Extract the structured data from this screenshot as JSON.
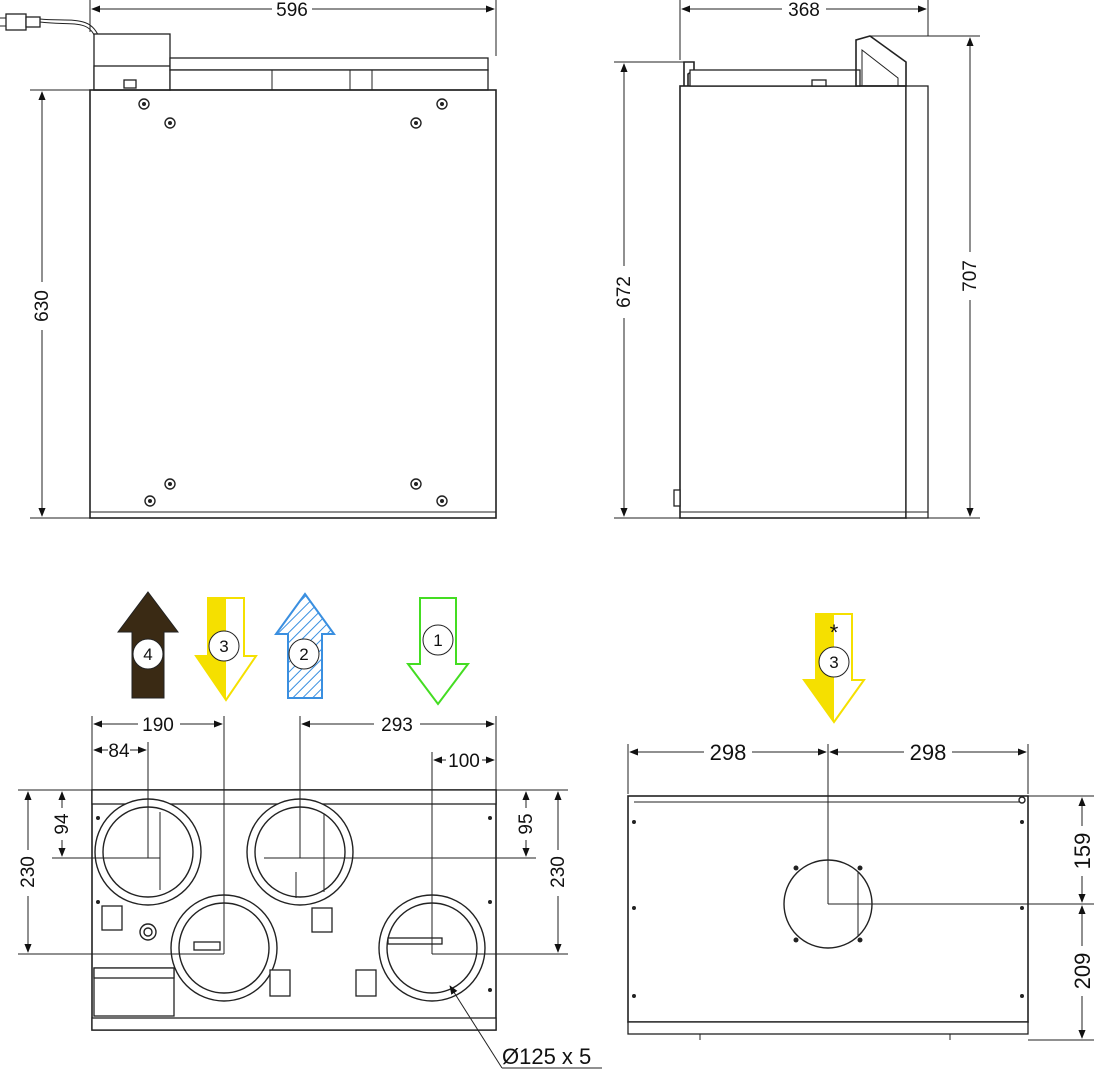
{
  "dimensions": {
    "front_width": "596",
    "front_height": "630",
    "side_width": "368",
    "side_height_body": "672",
    "side_height_total": "707",
    "bottom_190": "190",
    "bottom_84": "84",
    "bottom_293": "293",
    "bottom_100": "100",
    "bottom_94": "94",
    "bottom_95": "95",
    "bottom_230_left": "230",
    "bottom_230_right": "230",
    "top_298_left": "298",
    "top_298_right": "298",
    "top_159": "159",
    "top_209": "209",
    "duct": "Ø125 x 5"
  },
  "arrows": [
    {
      "id": "4",
      "label": "4",
      "direction": "up",
      "color": "#3a2a14"
    },
    {
      "id": "3",
      "label": "3",
      "direction": "down",
      "color": "#f5e000"
    },
    {
      "id": "2",
      "label": "2",
      "direction": "up",
      "color": "#3a8fe0"
    },
    {
      "id": "1",
      "label": "1",
      "direction": "down",
      "color": "#44dd22"
    }
  ],
  "top_arrow": {
    "label": "3",
    "mark": "*",
    "direction": "down",
    "color": "#f5e000"
  },
  "colors": {
    "line": "#222222",
    "yellow": "#f5e000",
    "blue": "#3a8fe0",
    "green": "#44dd22",
    "brown": "#3a2a14"
  }
}
